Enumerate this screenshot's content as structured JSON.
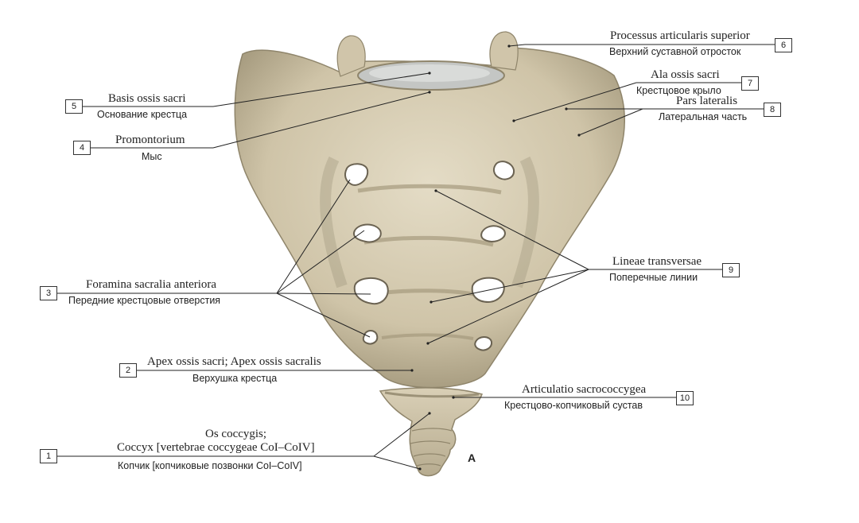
{
  "figure_letter": "A",
  "colors": {
    "bone": "#d7cdb4",
    "bone_shadow": "#9c9278",
    "foramen": "#ffffff",
    "leader": "#222222"
  },
  "labels": {
    "l1": {
      "number": "1",
      "latin_a": "Os coccygis;",
      "latin_b": "Coccyx [vertebrae coccygeae CoI–CoIV]",
      "russian": "Копчик [копчиковые позвонки CoI–CoIV]"
    },
    "l2": {
      "number": "2",
      "latin": "Apex ossis sacri; Apex ossis sacralis",
      "russian": "Верхушка крестца"
    },
    "l3": {
      "number": "3",
      "latin": "Foramina sacralia anteriora",
      "russian": "Передние крестцовые отверстия"
    },
    "l4": {
      "number": "4",
      "latin": "Promontorium",
      "russian": "Мыс"
    },
    "l5": {
      "number": "5",
      "latin": "Basis ossis sacri",
      "russian": "Основание крестца"
    },
    "l6": {
      "number": "6",
      "latin": "Processus articularis superior",
      "russian": "Верхний суставной отросток"
    },
    "l7": {
      "number": "7",
      "latin": "Ala ossis sacri",
      "russian": "Крестцовое крыло"
    },
    "l8": {
      "number": "8",
      "latin": "Pars lateralis",
      "russian": "Латеральная часть"
    },
    "l9": {
      "number": "9",
      "latin": "Lineae transversae",
      "russian": "Поперечные линии"
    },
    "l10": {
      "number": "10",
      "latin": "Articulatio sacrococcygea",
      "russian": "Крестцово-копчиковый сустав"
    }
  }
}
